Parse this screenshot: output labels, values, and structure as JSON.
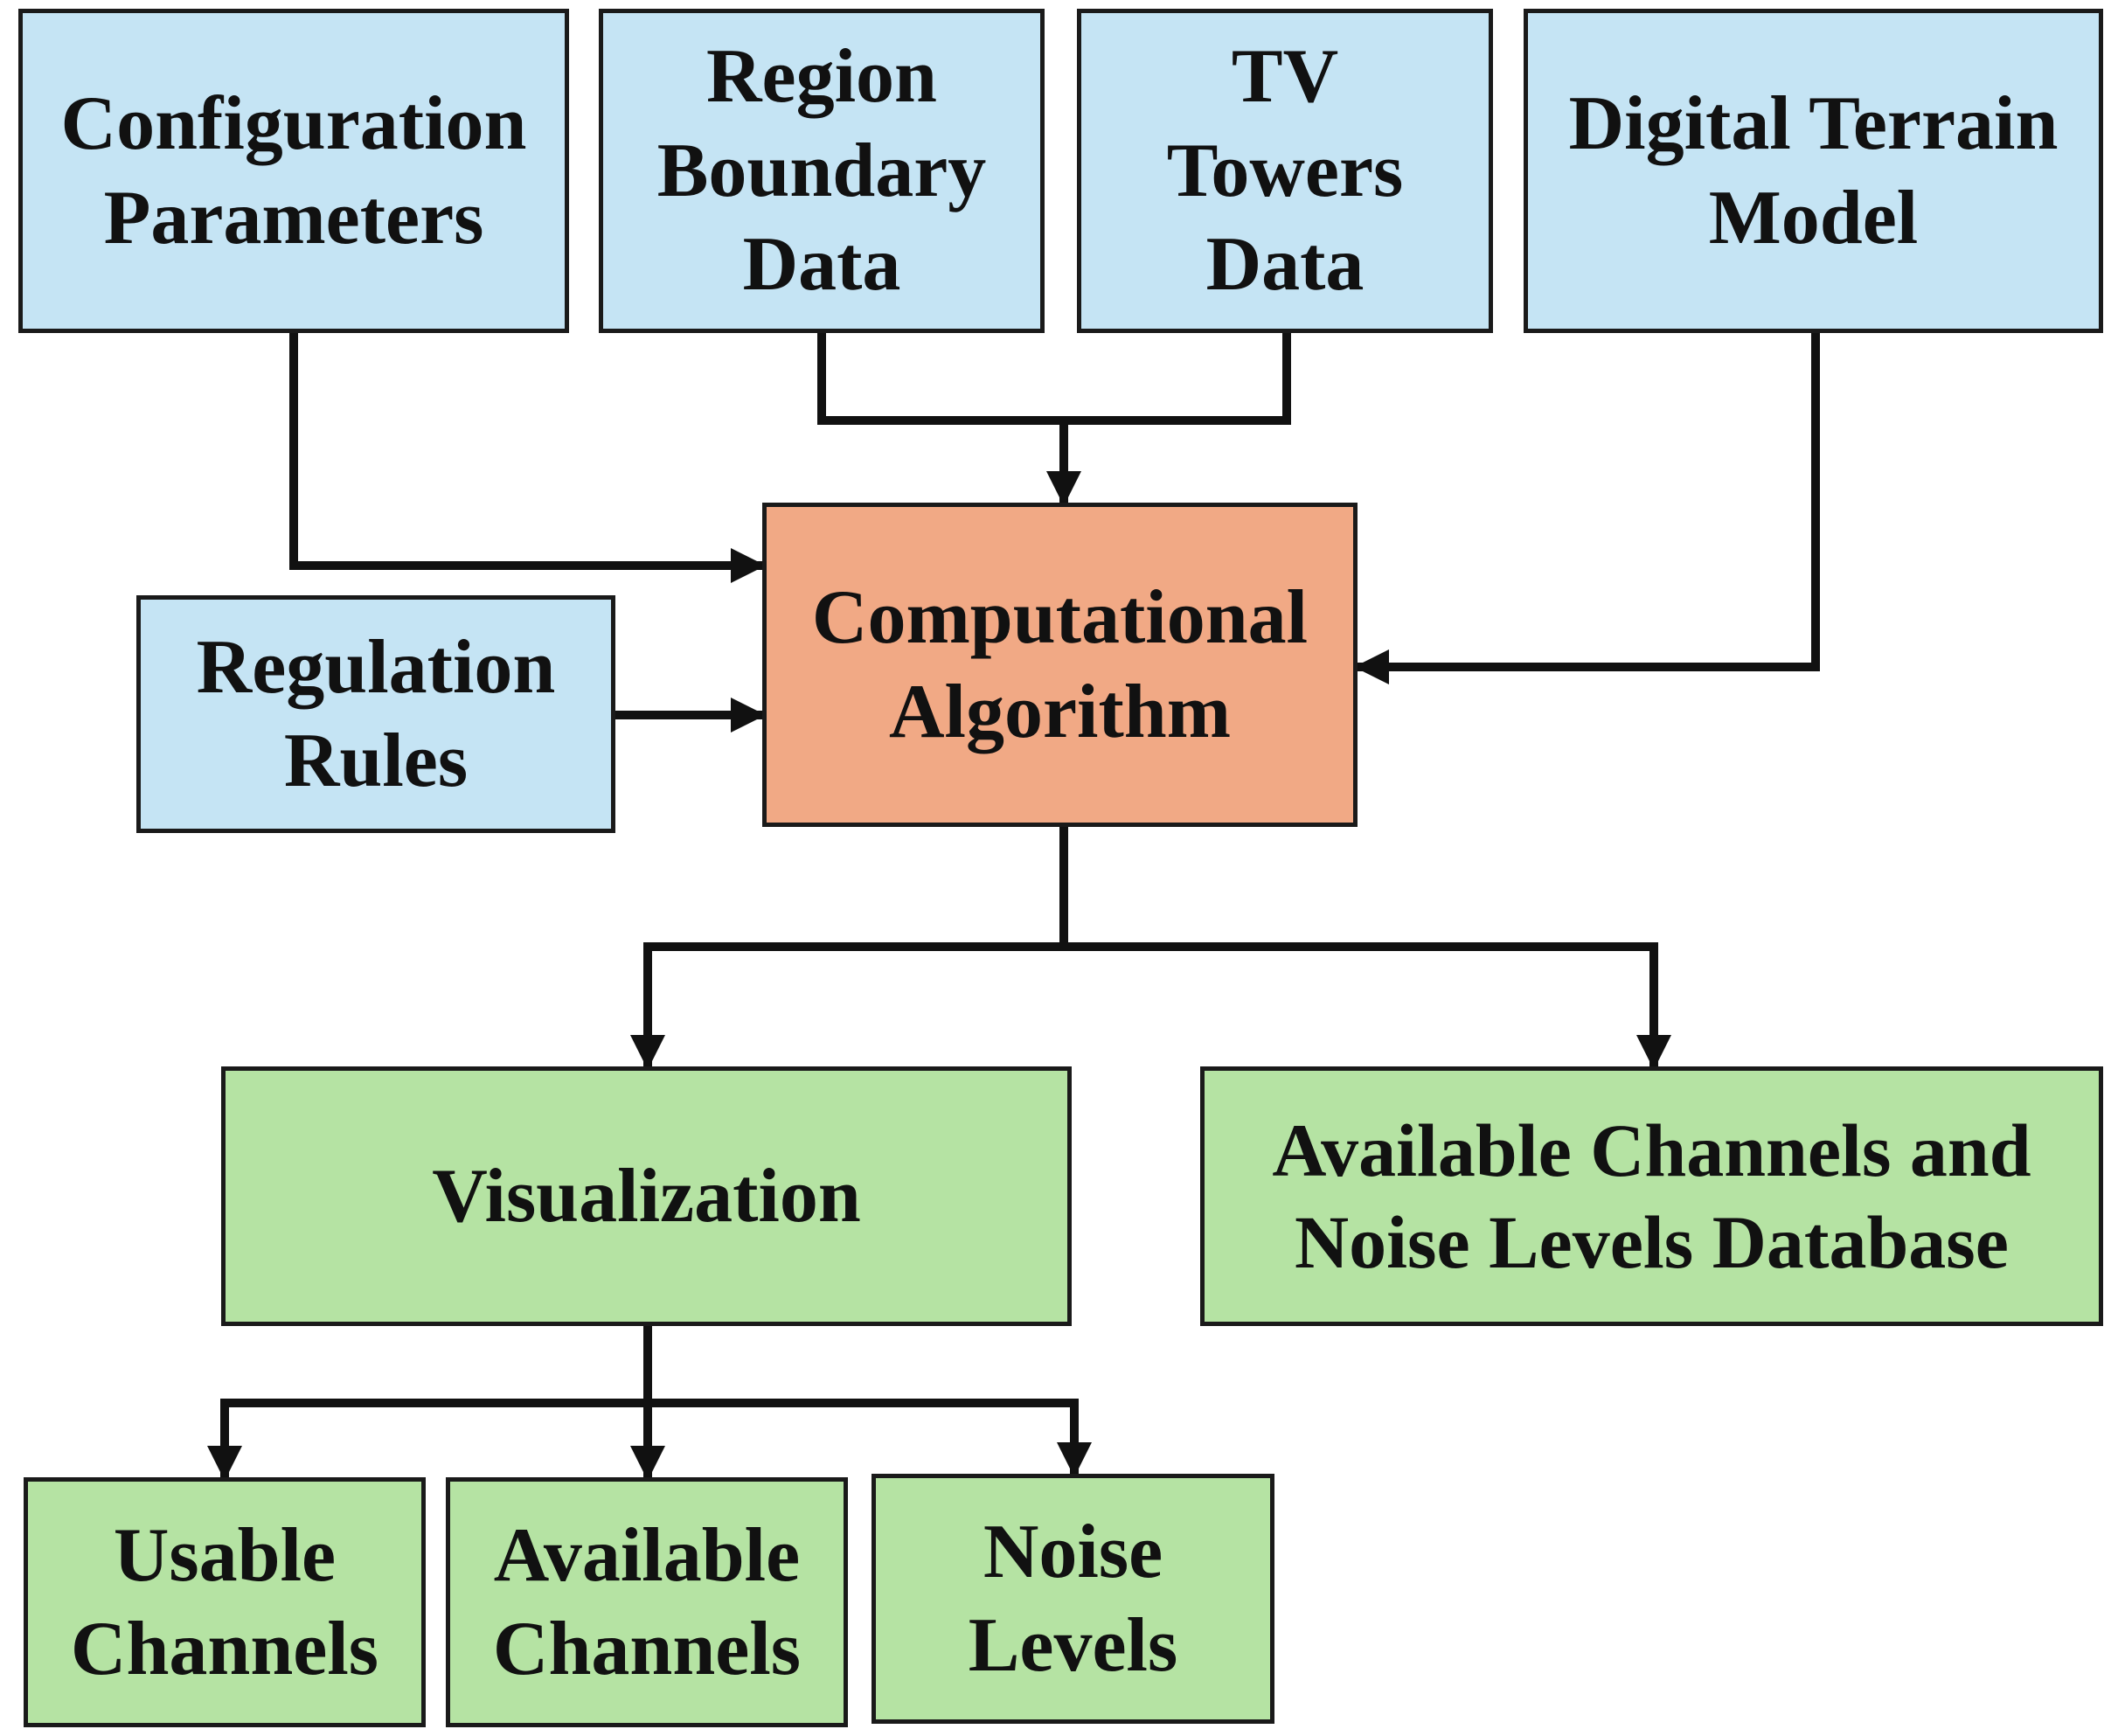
{
  "nodes": {
    "config": {
      "lines": [
        "Configuration",
        "Parameters"
      ]
    },
    "region": {
      "lines": [
        "Region",
        "Boundary",
        "Data"
      ]
    },
    "towers": {
      "lines": [
        "TV",
        "Towers",
        "Data"
      ]
    },
    "dtm": {
      "lines": [
        "Digital Terrain",
        "Model"
      ]
    },
    "rules": {
      "lines": [
        "Regulation",
        "Rules"
      ]
    },
    "algo": {
      "lines": [
        "Computational",
        "Algorithm"
      ]
    },
    "vis": {
      "lines": [
        "Visualization"
      ]
    },
    "db": {
      "lines": [
        "Available Channels and",
        "Noise Levels Database"
      ]
    },
    "usable": {
      "lines": [
        "Usable",
        "Channels"
      ]
    },
    "avail": {
      "lines": [
        "Available",
        "Channels"
      ]
    },
    "noise": {
      "lines": [
        "Noise",
        "Levels"
      ]
    }
  },
  "edges": [
    {
      "from": "config",
      "to": "algo"
    },
    {
      "from": "region",
      "to": "algo"
    },
    {
      "from": "towers",
      "to": "algo"
    },
    {
      "from": "dtm",
      "to": "algo"
    },
    {
      "from": "rules",
      "to": "algo"
    },
    {
      "from": "algo",
      "to": "vis"
    },
    {
      "from": "algo",
      "to": "db"
    },
    {
      "from": "vis",
      "to": "usable"
    },
    {
      "from": "vis",
      "to": "avail"
    },
    {
      "from": "vis",
      "to": "noise"
    }
  ],
  "colors": {
    "input": "#c5e4f4",
    "core": "#f1a985",
    "output": "#b5e3a3",
    "stroke": "#111111"
  }
}
